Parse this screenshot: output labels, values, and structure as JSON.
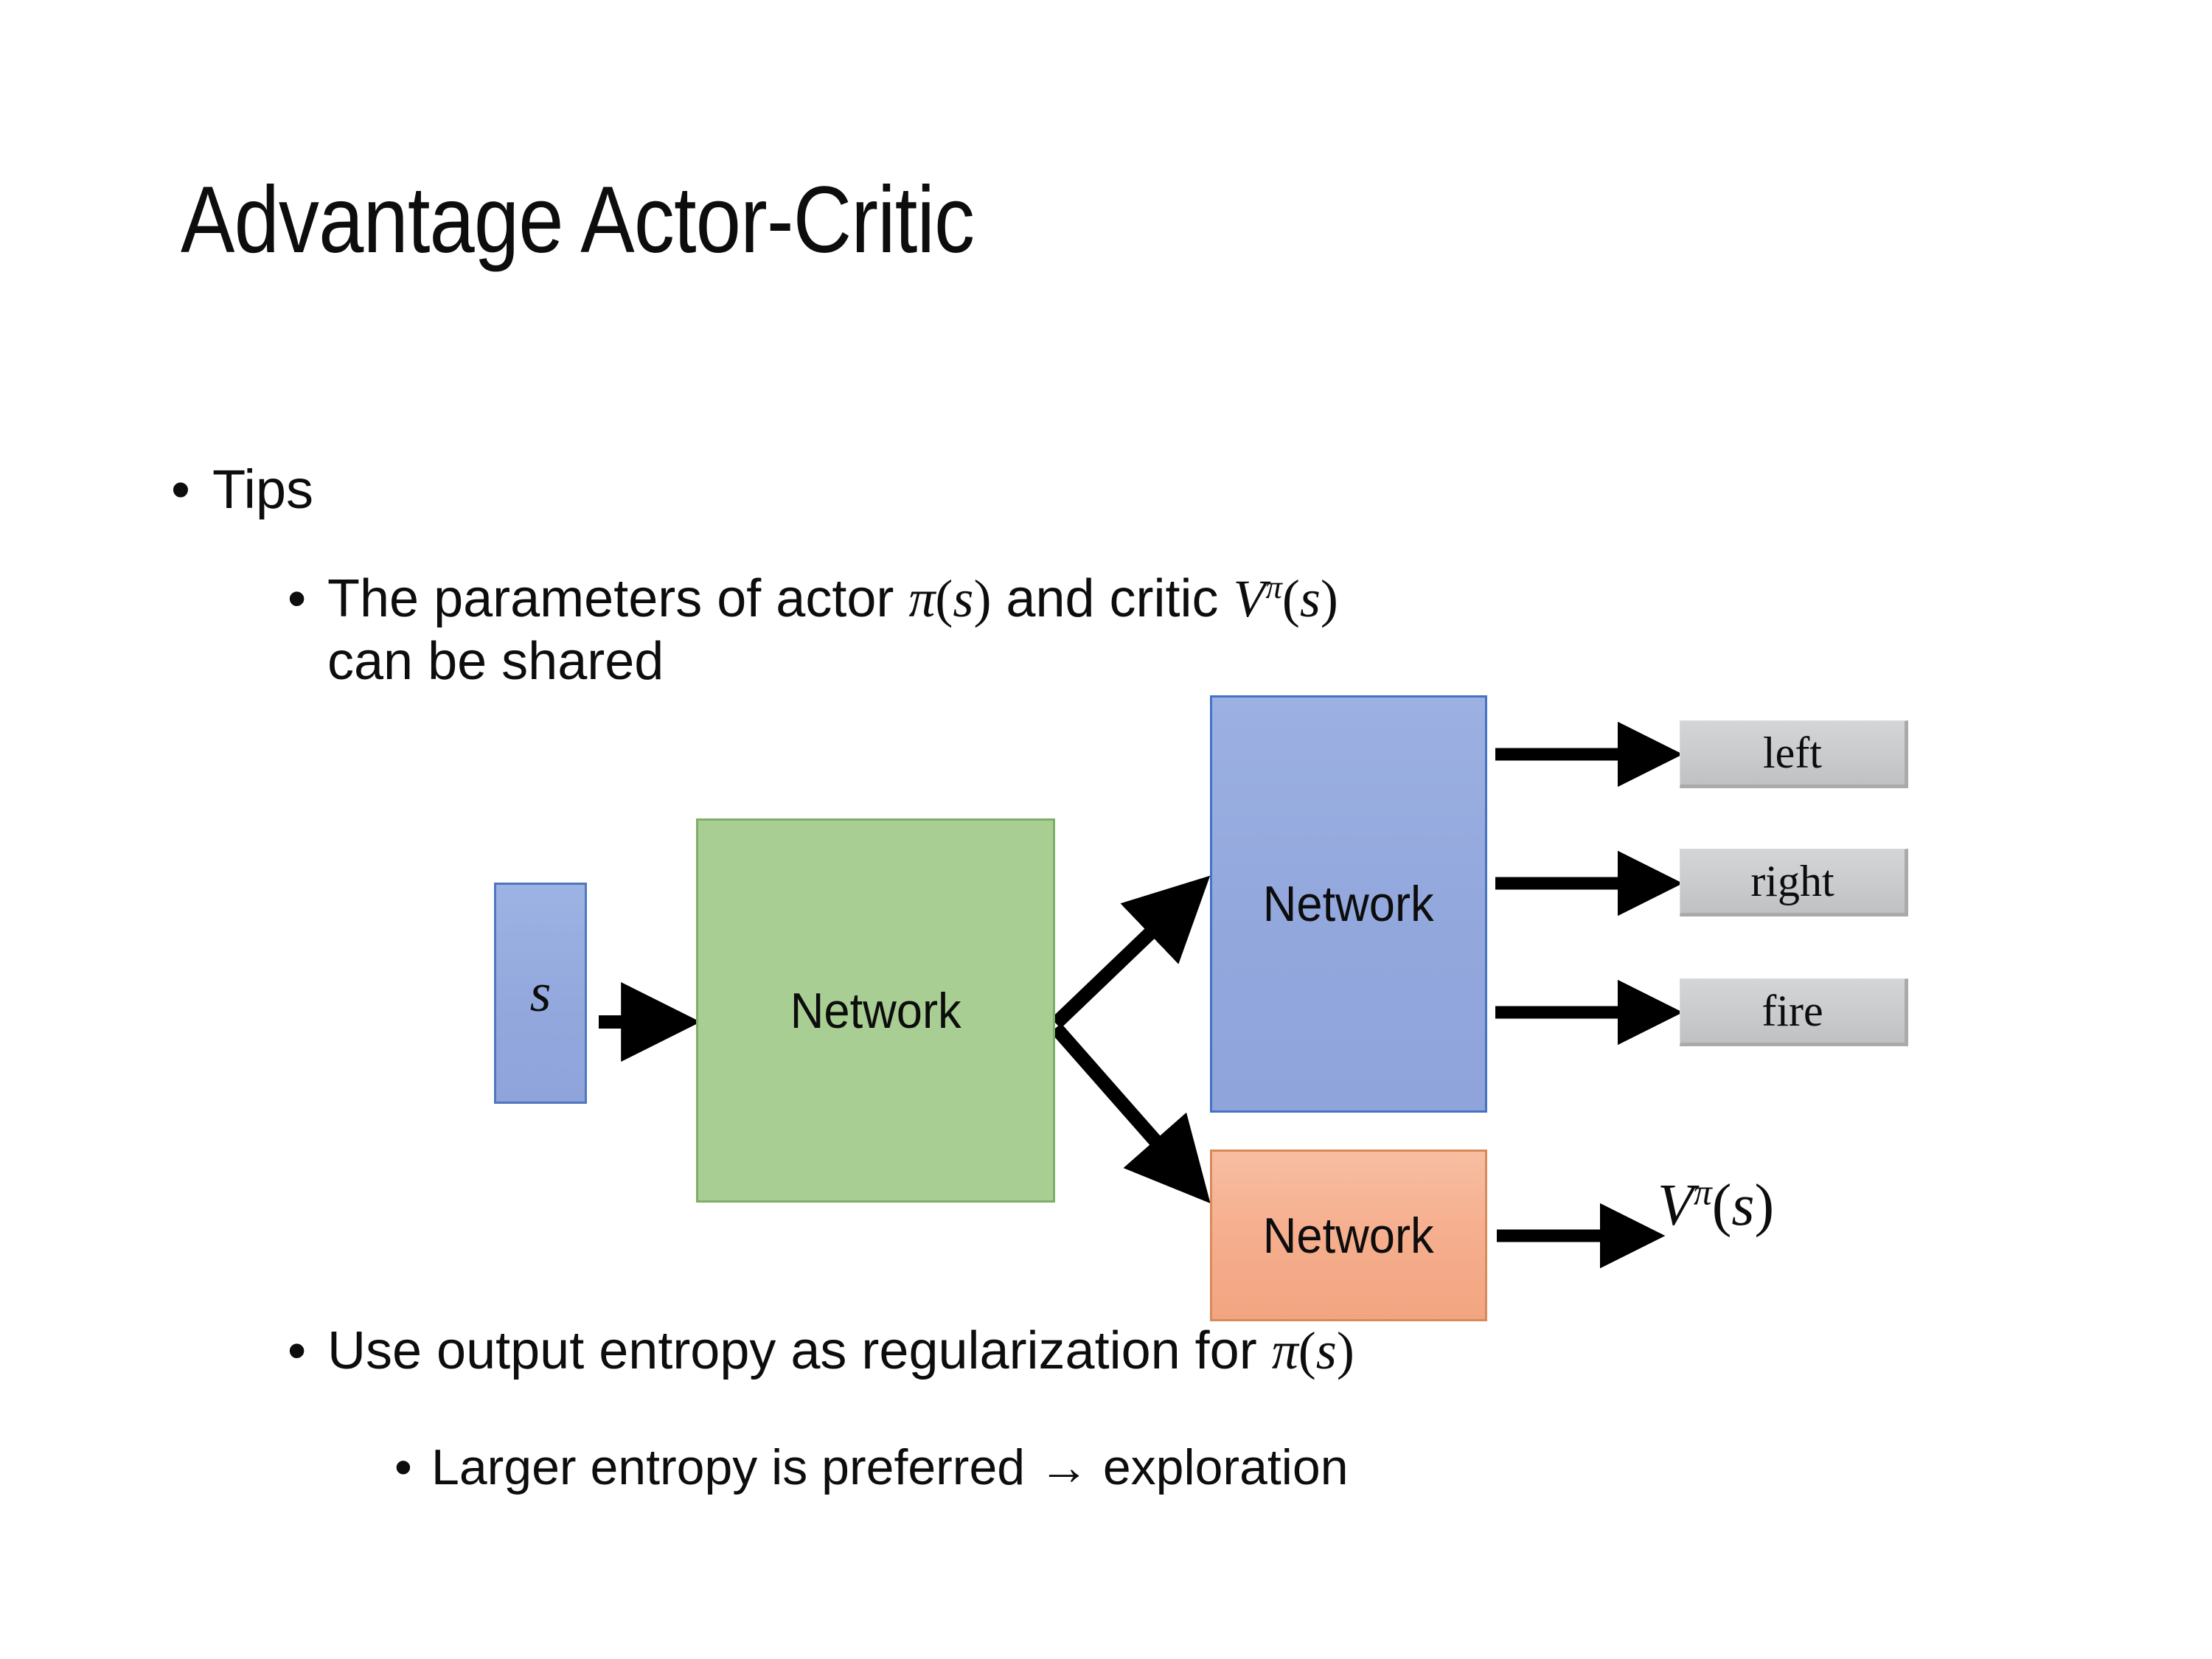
{
  "slide": {
    "title": "Advantage Actor-Critic",
    "background_color": "#ffffff"
  },
  "bullets": {
    "tips": {
      "marker": "•",
      "text": "Tips"
    },
    "shared": {
      "marker": "•",
      "text_before_pi": "The parameters of actor ",
      "pi_of_s": "π(s)",
      "text_middle": "  and critic ",
      "v_pi_of_s": "Vπ(s)",
      "text_line2": "can be shared"
    },
    "entropy": {
      "marker": "•",
      "text": "Use output entropy as regularization for ",
      "pi_of_s": "π(s)"
    },
    "exploration": {
      "marker": "•",
      "text": "Larger entropy is preferred → exploration"
    }
  },
  "diagram": {
    "state_box": {
      "label": "s",
      "fill": "#93a8dd",
      "border": "#4f76bf"
    },
    "shared_network": {
      "label": "Network",
      "fill": "#a8ce93",
      "border": "#7fae66"
    },
    "actor_network": {
      "label": "Network",
      "fill": "#93a8dd",
      "border": "#4472c4"
    },
    "critic_network": {
      "label": "Network",
      "fill": "#f5ad8c",
      "border": "#d98a5a"
    },
    "actions": [
      {
        "label": "left",
        "fill": "#c9cbcd"
      },
      {
        "label": "right",
        "fill": "#c9cbcd"
      },
      {
        "label": "fire",
        "fill": "#c9cbcd"
      }
    ],
    "value_output": {
      "base": "V",
      "superscript": "π",
      "argument": "(s)"
    },
    "arrow_color": "#000000"
  }
}
